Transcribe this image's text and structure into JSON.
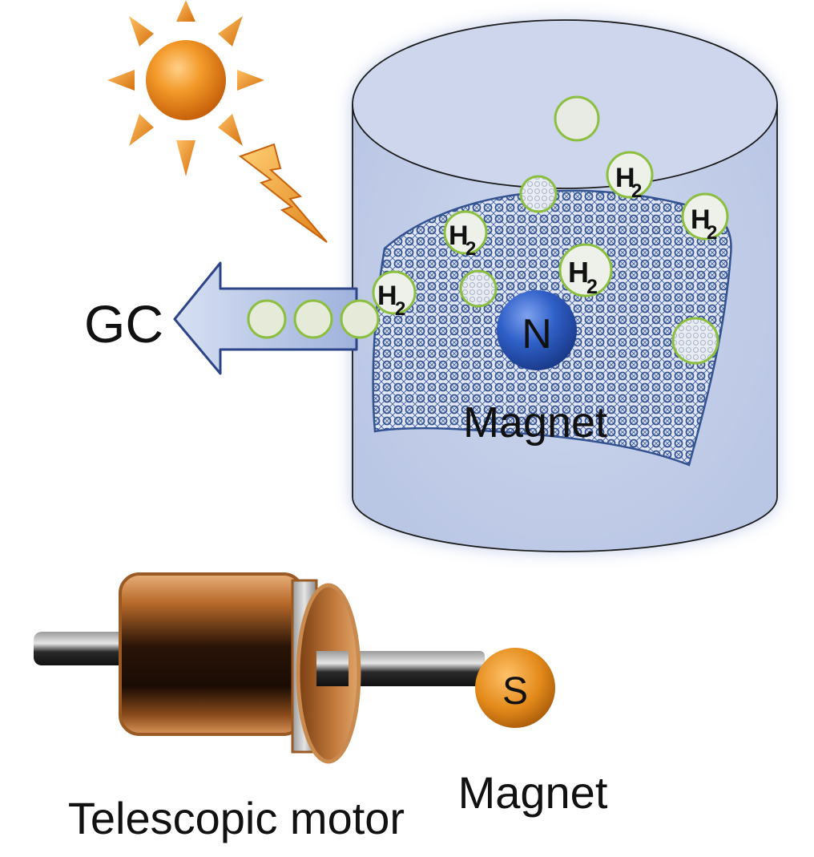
{
  "labels": {
    "gc": "GC",
    "magnet_top": "Magnet",
    "magnet_bottom": "Magnet",
    "motor": "Telescopic motor",
    "pole_north": "N",
    "pole_south": "S"
  },
  "molecules": {
    "symbol": "H",
    "subscript": "2"
  },
  "colors": {
    "sun": "#f08a1e",
    "sun_dark": "#c8620a",
    "beaker_fill": "#c9d3ea",
    "mesh": "#2c4c8c",
    "magnet_north": "#2f5fc7",
    "magnet_south": "#e38a1a",
    "bubble_stroke": "#8cbf3f",
    "arrow_fill": "#b7c5e6",
    "motor_copper": "#b86a2a"
  },
  "icons": [
    "sun-icon",
    "lightning-icon",
    "gc-arrow-icon"
  ]
}
